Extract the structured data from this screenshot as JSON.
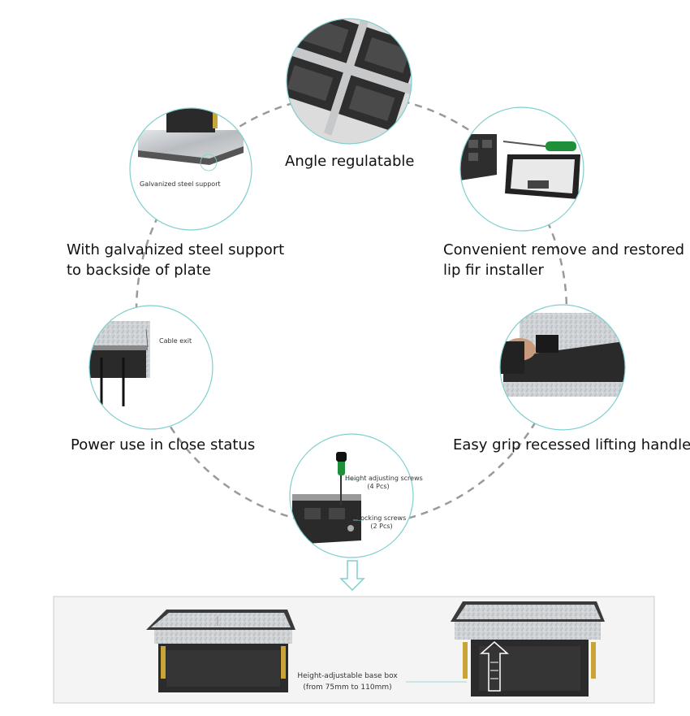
{
  "features": {
    "top": {
      "label": "Angle regulatable"
    },
    "upper_left": {
      "line1": "With galvanized steel support",
      "line2": "to backside of plate",
      "callout": "Galvanized steel support"
    },
    "upper_right": {
      "line1": "Convenient remove and restored",
      "line2": "lip fir installer"
    },
    "lower_left": {
      "label": "Power use in close status",
      "callout": "Cable exit"
    },
    "lower_right": {
      "label": "Easy grip recessed lifting handle"
    },
    "bottom": {
      "callout_height_1": "Height adjusting screws",
      "callout_height_2": "(4 Pcs)",
      "callout_lock_1": "Locking screws",
      "callout_lock_2": "(2 Pcs)"
    }
  },
  "base_box": {
    "caption_line1": "Height-adjustable base box",
    "caption_line2": "(from 75mm to 110mm)"
  },
  "colors": {
    "ring_dash": "#9a9a9a",
    "circle_border": "#7fcfcf",
    "panel_border": "#cccccc",
    "box_body": "#2b2b2b",
    "steel": "#c9ccce",
    "screwdriver_green": "#1f8f3a"
  },
  "icons": {
    "down_arrow": "hollow-down-arrow-icon",
    "up_arrow": "hollow-up-arrow-icon"
  }
}
